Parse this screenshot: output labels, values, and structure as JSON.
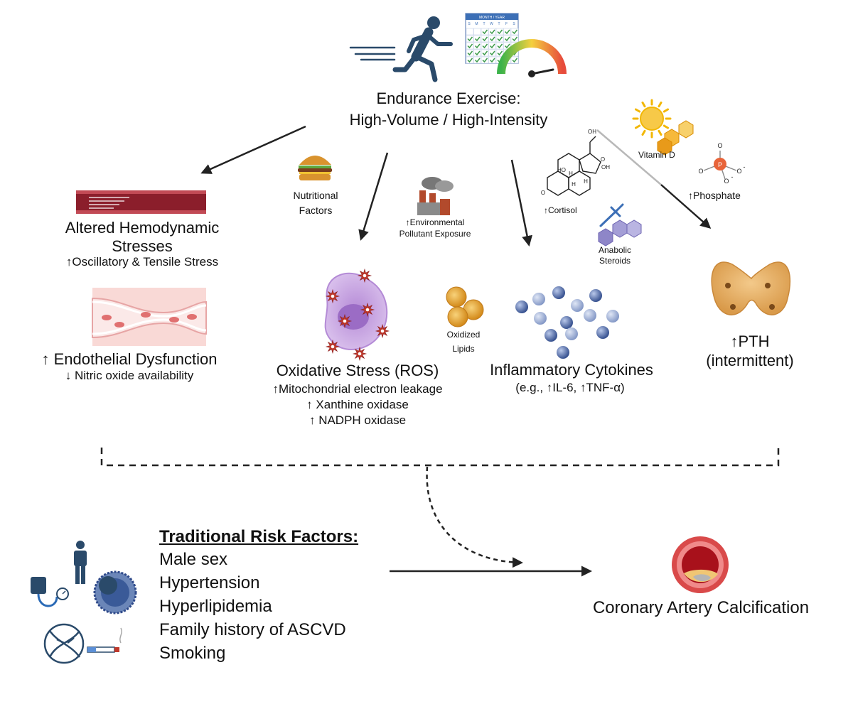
{
  "header": {
    "title_line1": "Endurance Exercise:",
    "title_line2": "High-Volume / High-Intensity",
    "calendar_header": "MONTH / YEAR",
    "calendar_days": [
      "S",
      "M",
      "T",
      "W",
      "T",
      "F",
      "S"
    ]
  },
  "hemodynamic": {
    "title_line1": "Altered Hemodynamic",
    "title_line2": "Stresses",
    "sub": "↑Oscillatory & Tensile Stress",
    "endo_title": "↑ Endothelial Dysfunction",
    "endo_sub": "↓ Nitric oxide availability"
  },
  "nutrition": {
    "line1": "Nutritional",
    "line2": "Factors"
  },
  "pollutant": {
    "line1": "↑Environmental",
    "line2": "Pollutant Exposure"
  },
  "oxidative": {
    "title": "Oxidative Stress (ROS)",
    "items": [
      "↑Mitochondrial electron leakage",
      "↑ Xanthine oxidase",
      "↑ NADPH oxidase"
    ]
  },
  "lipids": {
    "line1": "Oxidized",
    "line2": "Lipids"
  },
  "cortisol": {
    "label": "↑Cortisol",
    "molecule_labels": [
      "OH",
      "O",
      "HO",
      "OH",
      "O",
      "H",
      "H",
      "H"
    ]
  },
  "steroids": {
    "line1": "Anabolic",
    "line2": "Steroids"
  },
  "inflammatory": {
    "title": "Inflammatory Cytokines",
    "sub": "(e.g., ↑IL-6, ↑TNF-α)"
  },
  "vitamin_d": {
    "label": "Vitamin D"
  },
  "phosphate": {
    "label": "↑Phosphate",
    "molecule_labels": [
      "O",
      "P",
      "O",
      "O",
      "O",
      "-",
      "-"
    ]
  },
  "pth": {
    "line1": "↑PTH",
    "line2": "(intermittent)"
  },
  "risk_factors": {
    "title": "Traditional Risk Factors:",
    "items": [
      "Male sex",
      "Hypertension",
      "Hyperlipidemia",
      "Family history of ASCVD",
      "Smoking"
    ]
  },
  "outcome": {
    "label": "Coronary Artery Calcification"
  },
  "icons": {
    "runner": "runner-icon",
    "calendar": "calendar-icon",
    "gauge": "gauge-icon",
    "burger": "burger-icon",
    "factory": "factory-icon",
    "sun": "sun-icon",
    "thyroid": "parathyroid-gland-icon",
    "artery": "calcified-artery-icon",
    "person": "person-icon",
    "bp_cuff": "blood-pressure-cuff-icon",
    "lipoprotein": "lipoprotein-icon",
    "dna": "dna-icon",
    "cigarette": "cigarette-icon"
  },
  "colors": {
    "arrow": "#222222",
    "vessel": "#8b1e2b",
    "ros": "#c0392b",
    "cell": "#c7a5e0",
    "cytokine": "#2f4a8a",
    "lipid": "#e0a030",
    "vitamin": "#f2b705",
    "phosphate": "#e8643a",
    "icon_blue": "#2a4a6a"
  }
}
